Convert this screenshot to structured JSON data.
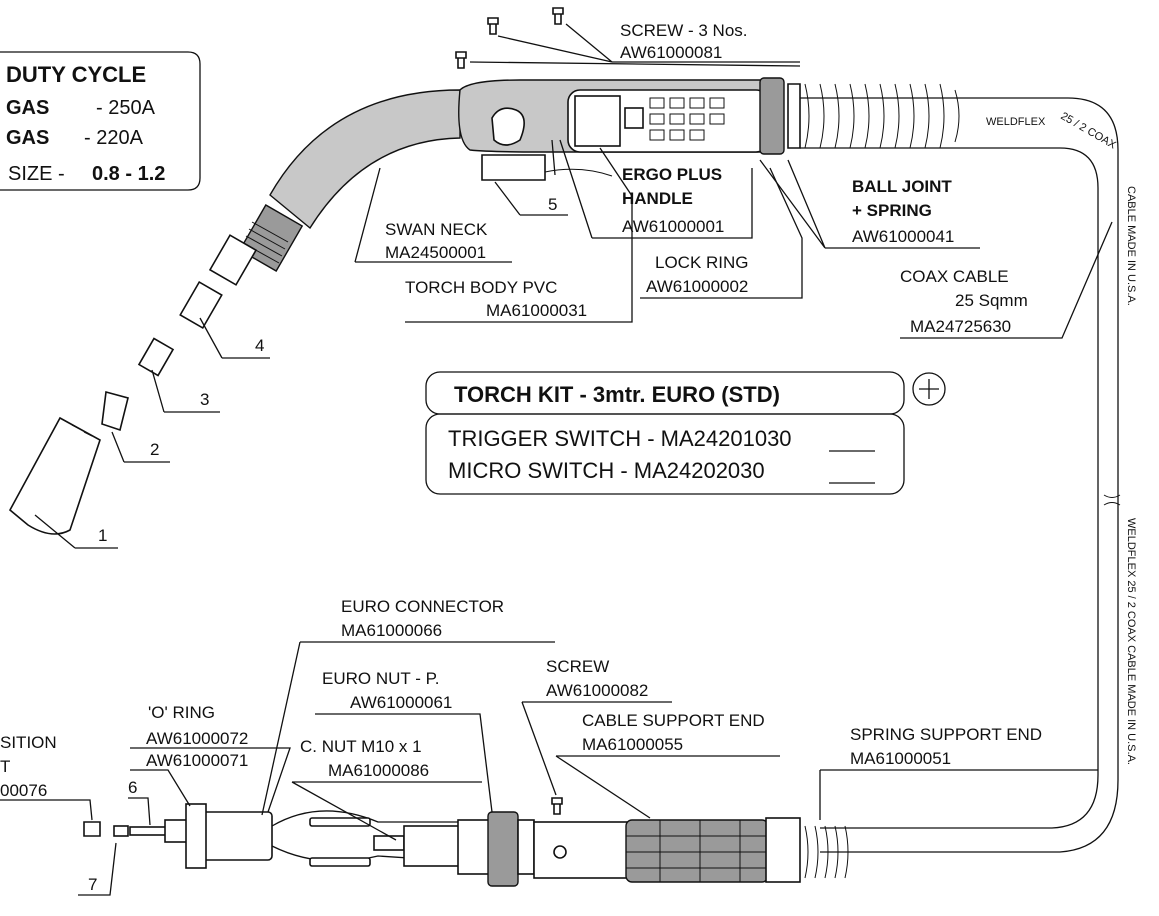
{
  "duty_cycle": {
    "title": "DUTY CYCLE",
    "row1_label": "GAS",
    "row1_value": "- 250A",
    "row2_label": "GAS",
    "row2_value": "- 220A",
    "size_label": "SIZE - ",
    "size_value": "0.8 - 1.2"
  },
  "labels": {
    "screw_3": "SCREW - 3 Nos.",
    "screw_3_code": "AW61000081",
    "swan_neck": "SWAN NECK",
    "swan_neck_code": "MA24500001",
    "torch_body": "TORCH BODY PVC",
    "torch_body_code": "MA61000031",
    "ergo_1": "ERGO PLUS",
    "ergo_2": "HANDLE",
    "ergo_code": "AW61000001",
    "lock_ring": "LOCK RING",
    "lock_ring_code": "AW61000002",
    "ball_joint_1": "BALL JOINT",
    "ball_joint_2": "+ SPRING",
    "ball_joint_code": "AW61000041",
    "coax": "COAX CABLE",
    "coax_size": "25 Sqmm",
    "coax_code": "MA24725630",
    "euro_connector": "EURO CONNECTOR",
    "euro_connector_code": "MA61000066",
    "euro_nut": "EURO NUT - P.",
    "euro_nut_code": "AW61000061",
    "screw": "SCREW",
    "screw_code": "AW61000082",
    "cable_support": "CABLE  SUPPORT  END",
    "cable_support_code": "MA61000055",
    "spring_support": "SPRING SUPPORT  END",
    "spring_support_code": "MA61000051",
    "o_ring": "'O' RING",
    "o_ring_code_1": "AW61000072",
    "o_ring_code_2": "AW61000071",
    "c_nut": "C. NUT  M10 x 1",
    "c_nut_code": "MA61000086",
    "position_1": "SITION",
    "position_2": "T",
    "position_code": "00076"
  },
  "part_numbers": [
    "1",
    "2",
    "3",
    "4",
    "5",
    "6",
    "7"
  ],
  "torch_kit": {
    "title": "TORCH  KIT - 3mtr.  EURO  (STD)",
    "trigger": "TRIGGER  SWITCH  - MA24201030",
    "micro": "MICRO  SWITCH     - MA24202030"
  },
  "cable_print": {
    "weldflex_top": "WELDFLEX",
    "coax_25": "25 / 2  COAX",
    "made_top": "CABLE  MADE  IN  U.S.A.",
    "made_bottom": "WELDFLEX  25 / 2  COAX  CABLE  MADE  IN  U.S.A."
  }
}
